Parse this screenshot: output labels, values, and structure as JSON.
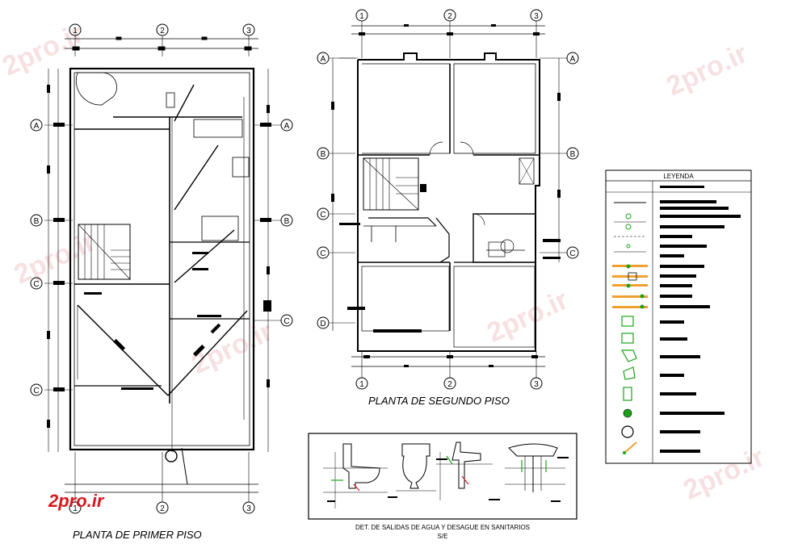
{
  "titles": {
    "first_floor": "PLANTA DE PRIMER  PISO",
    "second_floor": "PLANTA DE SEGUNDO  PISO",
    "detail_line1": "DET. DE SALIDAS DE AGUA Y DESAGUE EN SANITARIOS",
    "detail_line2": "S/E"
  },
  "legend": {
    "header": "LEYENDA"
  },
  "grid_labels": {
    "num1": "1",
    "num2": "2",
    "num3": "3",
    "A": "A",
    "B": "B",
    "C": "C",
    "D": "D"
  },
  "brand": "2pro.ir",
  "colors": {
    "line": "#000000",
    "pipe_green": "#1aa31a",
    "pipe_orange": "#f0a030",
    "pipe_red": "#d02020",
    "brand_red": "#d71920",
    "watermark": "#f1c8cc"
  }
}
